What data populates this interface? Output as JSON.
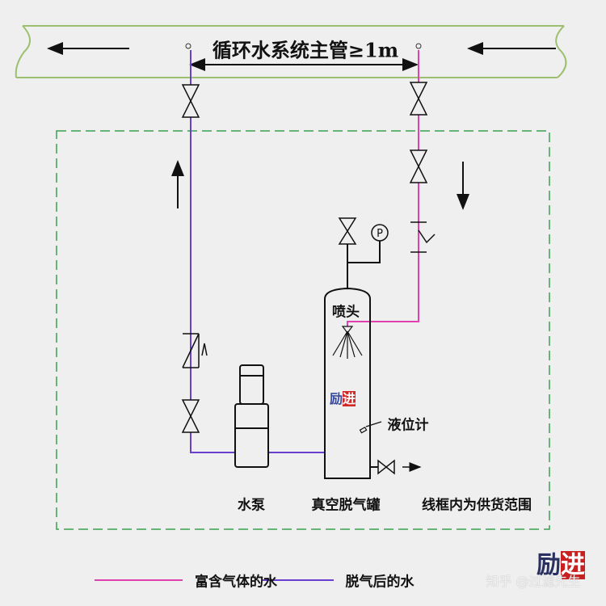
{
  "title": "循环水系统主管≥1m",
  "labels": {
    "nozzle": "喷头",
    "level_gauge": "液位计",
    "pump": "水泵",
    "tank": "真空脱气罐",
    "scope": "线框内为供货范围",
    "pressure_gauge": "P"
  },
  "logo": {
    "text_a": "励",
    "text_b": "进"
  },
  "legend": [
    {
      "label": "富含气体的水",
      "color": "#e040b0"
    },
    {
      "label": "脱气后的水",
      "color": "#6a3fd0"
    }
  ],
  "watermark": "知乎 @过滤先生",
  "colors": {
    "pipe_frame": "#9cc070",
    "scope_box": "#3aa050",
    "gassy": "#e040b0",
    "degassed": "#6a3fd0"
  }
}
